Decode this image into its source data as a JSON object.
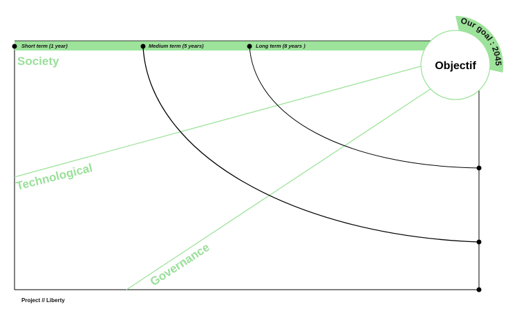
{
  "timeline": {
    "terms": [
      "Short term (1 year)",
      "Medium term (5 years)",
      "Long term (8 years )"
    ]
  },
  "axes": {
    "society": "Society",
    "technological": "Technological",
    "governance": "Governance"
  },
  "center": {
    "label": "Objectif"
  },
  "goal": {
    "label": "Our goal : 2045"
  },
  "footer": {
    "label": "Project // Liberty"
  },
  "colors": {
    "accent": "#9de39b",
    "axis_text": "#9adf9a",
    "line": "#000000"
  }
}
